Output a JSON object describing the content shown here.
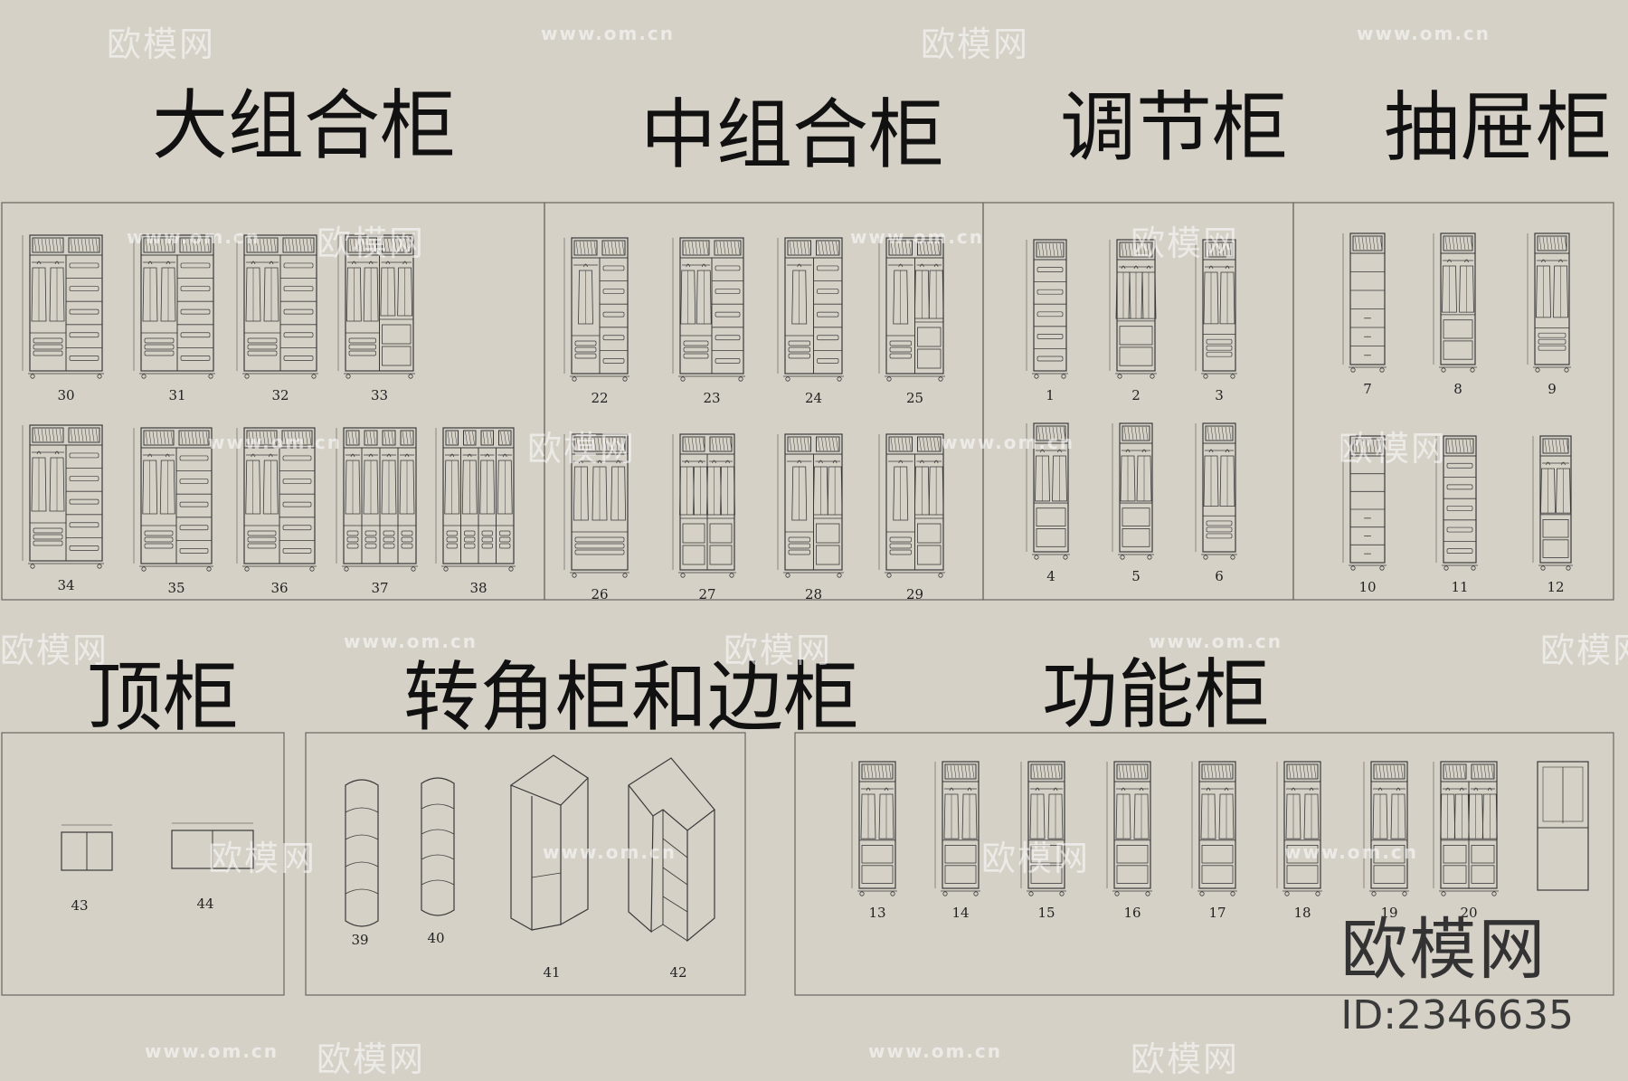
{
  "sections": {
    "large_combo": "大组合柜",
    "medium_combo": "中组合柜",
    "adjustable": "调节柜",
    "drawer": "抽屉柜",
    "top": "顶柜",
    "corner_side": "转角柜和边柜",
    "functional": "功能柜"
  },
  "units": {
    "large_row1": [
      "30",
      "31",
      "32",
      "33"
    ],
    "large_row2": [
      "34",
      "35",
      "36",
      "37",
      "38"
    ],
    "medium_row1": [
      "22",
      "23",
      "24",
      "25"
    ],
    "medium_row2": [
      "26",
      "27",
      "28",
      "29"
    ],
    "adjust_row1": [
      "1",
      "2",
      "3"
    ],
    "adjust_row2": [
      "4",
      "5",
      "6"
    ],
    "drawer_row1": [
      "7",
      "8",
      "9"
    ],
    "drawer_row2": [
      "10",
      "11",
      "12"
    ],
    "top": [
      "43",
      "44"
    ],
    "corner": [
      "39",
      "40",
      "41",
      "42"
    ],
    "functional": [
      "13",
      "14",
      "15",
      "16",
      "17",
      "18",
      "19",
      "20",
      ""
    ]
  },
  "watermark": {
    "brand": "欧模网",
    "url": "www.om.cn"
  },
  "brand_mark": {
    "name": "欧模网",
    "id": "ID:2346635"
  },
  "colors": {
    "background": "#d6d1c7",
    "line": "#3a3a3a",
    "title": "#111111"
  }
}
